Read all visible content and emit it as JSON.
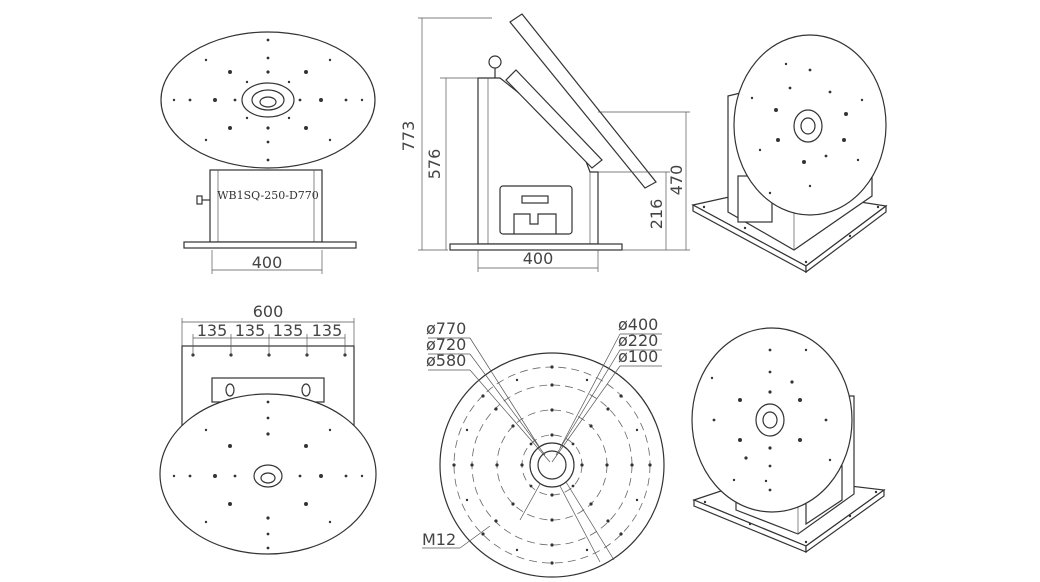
{
  "model_label": "WB1SQ-250-D770",
  "front_view": {
    "width_dim": "400"
  },
  "side_view": {
    "height_total": "773",
    "height_mid": "576",
    "height_470": "470",
    "height_216": "216",
    "width_dim": "400"
  },
  "top_view": {
    "width_total": "600",
    "spacing": [
      "135",
      "135",
      "135",
      "135"
    ]
  },
  "plate_view": {
    "diameters_left": [
      "ø770",
      "ø720",
      "ø580"
    ],
    "diameters_right": [
      "ø400",
      "ø220",
      "ø100"
    ],
    "thread": "M12"
  }
}
